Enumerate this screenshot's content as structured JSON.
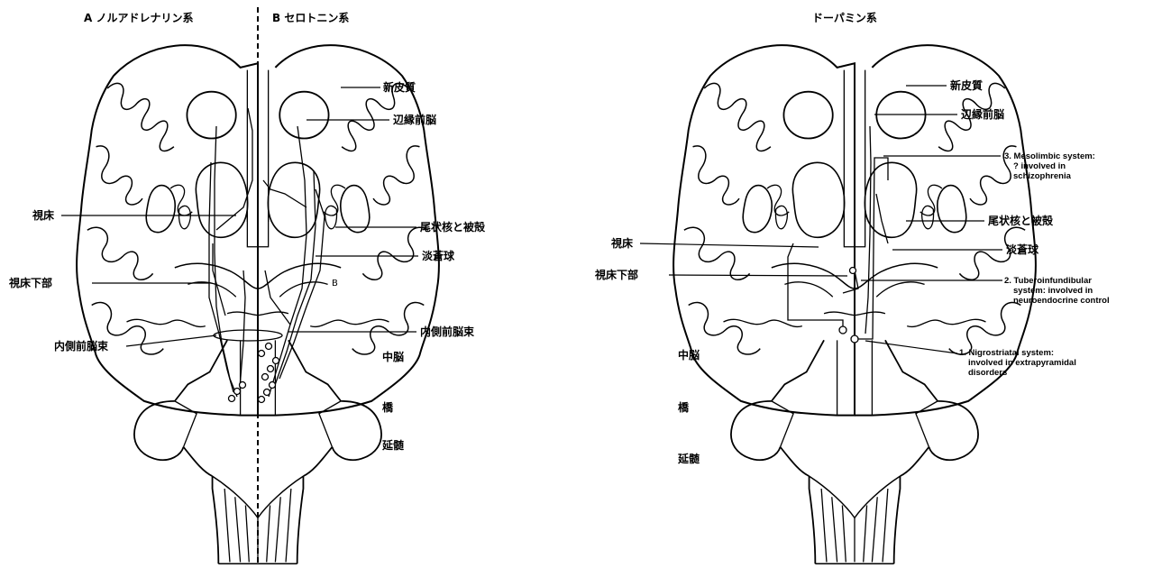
{
  "left_panel": {
    "title_a": "A ノルアドレナリン系",
    "title_b": "B セロトニン系",
    "marker_b": "B",
    "labels": {
      "neocortex": "新皮質",
      "limbic_forebrain": "辺縁前脳",
      "thalamus": "視床",
      "caudate_putamen": "尾状核と被殻",
      "globus_pallidus": "淡蒼球",
      "hypothalamus": "視床下部",
      "mfb_right": "内側前脳束",
      "mfb_left": "内側前脳束",
      "midbrain": "中脳",
      "pons": "橋",
      "medulla": "延髄"
    }
  },
  "right_panel": {
    "title": "ドーパミン系",
    "labels": {
      "neocortex": "新皮質",
      "limbic_forebrain": "辺縁前脳",
      "thalamus": "視床",
      "caudate_putamen": "尾状核と被殻",
      "globus_pallidus": "淡蒼球",
      "hypothalamus": "視床下部",
      "midbrain": "中脳",
      "pons": "橋",
      "medulla": "延髄"
    },
    "notes": {
      "mesolimbic": [
        "3.  Mesolimbic system:",
        "? involved in",
        "schizophrenia"
      ],
      "tuberoinfundibular": [
        "2.  Tuberoinfundibular",
        "system:  involved in",
        "neuroendocrine control"
      ],
      "nigrostriatal": [
        "1.  Nigrostriatal system:",
        "involved in extrapyramidal",
        "disorders"
      ]
    }
  }
}
